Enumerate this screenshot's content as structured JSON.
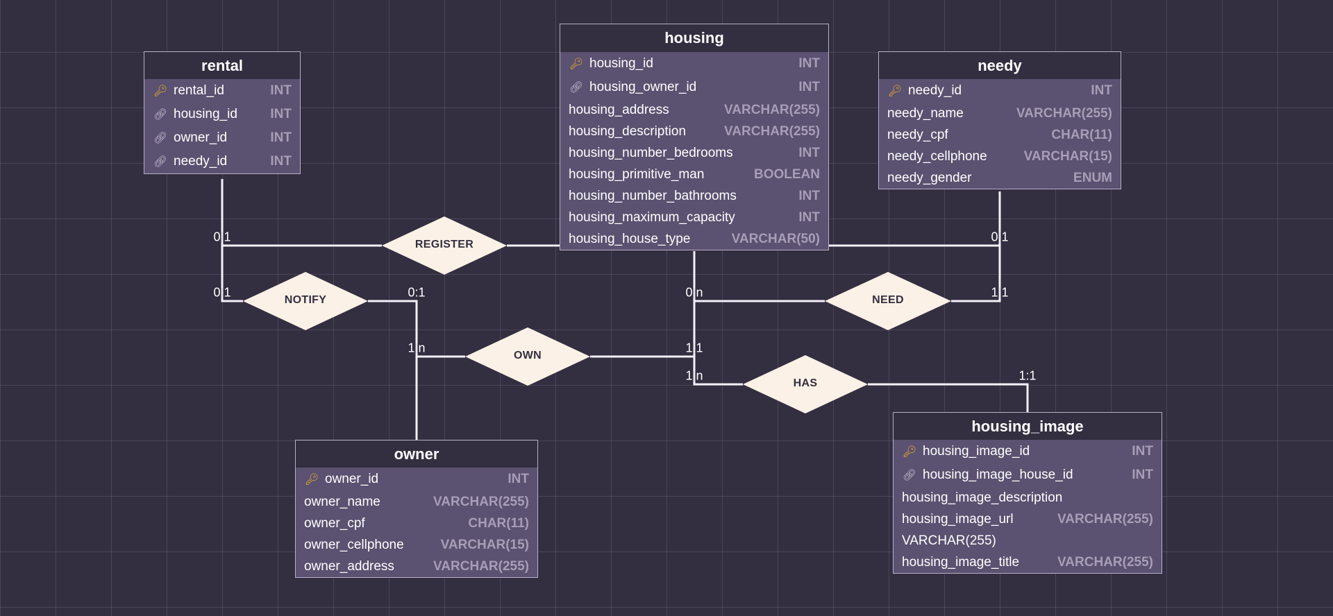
{
  "colors": {
    "background": "#332e40",
    "grid": "#5a536b",
    "entity_body": "#5b5170",
    "entity_header": "#332e40",
    "relationship_fill": "#fbf1e6",
    "key": "#f0b429",
    "type_text": "#a79eb8"
  },
  "entities": {
    "rental": {
      "title": "rental",
      "fields": [
        {
          "icon": "key-icon",
          "name": "rental_id",
          "type": "INT"
        },
        {
          "icon": "link-icon",
          "name": "housing_id",
          "type": "INT"
        },
        {
          "icon": "link-icon",
          "name": "owner_id",
          "type": "INT"
        },
        {
          "icon": "link-icon",
          "name": "needy_id",
          "type": "INT"
        }
      ]
    },
    "housing": {
      "title": "housing",
      "fields": [
        {
          "icon": "key-icon",
          "name": "housing_id",
          "type": "INT"
        },
        {
          "icon": "link-icon",
          "name": "housing_owner_id",
          "type": "INT"
        },
        {
          "icon": "",
          "name": "housing_address",
          "type": "VARCHAR(255)"
        },
        {
          "icon": "",
          "name": "housing_description",
          "type": "VARCHAR(255)"
        },
        {
          "icon": "",
          "name": "housing_number_bedrooms",
          "type": "INT"
        },
        {
          "icon": "",
          "name": "housing_primitive_man",
          "type": "BOOLEAN"
        },
        {
          "icon": "",
          "name": "housing_number_bathrooms",
          "type": "INT"
        },
        {
          "icon": "",
          "name": "housing_maximum_capacity",
          "type": "INT"
        },
        {
          "icon": "",
          "name": "housing_house_type",
          "type": "VARCHAR(50)"
        }
      ]
    },
    "needy": {
      "title": "needy",
      "fields": [
        {
          "icon": "key-icon",
          "name": "needy_id",
          "type": "INT"
        },
        {
          "icon": "",
          "name": "needy_name",
          "type": "VARCHAR(255)"
        },
        {
          "icon": "",
          "name": "needy_cpf",
          "type": "CHAR(11)"
        },
        {
          "icon": "",
          "name": "needy_cellphone",
          "type": "VARCHAR(15)"
        },
        {
          "icon": "",
          "name": "needy_gender",
          "type": "ENUM"
        }
      ]
    },
    "owner": {
      "title": "owner",
      "fields": [
        {
          "icon": "key-icon",
          "name": "owner_id",
          "type": "INT"
        },
        {
          "icon": "",
          "name": "owner_name",
          "type": "VARCHAR(255)"
        },
        {
          "icon": "",
          "name": "owner_cpf",
          "type": "CHAR(11)"
        },
        {
          "icon": "",
          "name": "owner_cellphone",
          "type": "VARCHAR(15)"
        },
        {
          "icon": "",
          "name": "owner_address",
          "type": "VARCHAR(255)"
        }
      ]
    },
    "housing_image": {
      "title": "housing_image",
      "fields": [
        {
          "icon": "key-icon",
          "name": "housing_image_id",
          "type": "INT"
        },
        {
          "icon": "link-icon",
          "name": "housing_image_house_id",
          "type": "INT"
        },
        {
          "icon": "",
          "name": "housing_image_description",
          "type": ""
        },
        {
          "icon": "",
          "name": "housing_image_url",
          "type": "VARCHAR(255)"
        },
        {
          "icon": "",
          "name": "VARCHAR(255)",
          "type": ""
        },
        {
          "icon": "",
          "name": "housing_image_title",
          "type": "VARCHAR(255)"
        }
      ]
    }
  },
  "relationships": {
    "register": "REGISTER",
    "notify": "NOTIFY",
    "own": "OWN",
    "need": "NEED",
    "has": "HAS"
  },
  "cardinalities": {
    "rental_register": "0:1",
    "needy_register": "0:1",
    "rental_notify": "0:1",
    "owner_notify": "0:1",
    "owner_own": "1:n",
    "housing_own": "1:1",
    "housing_need": "0:n",
    "needy_need": "1:1",
    "housing_has": "1:n",
    "image_has": "1:1"
  }
}
